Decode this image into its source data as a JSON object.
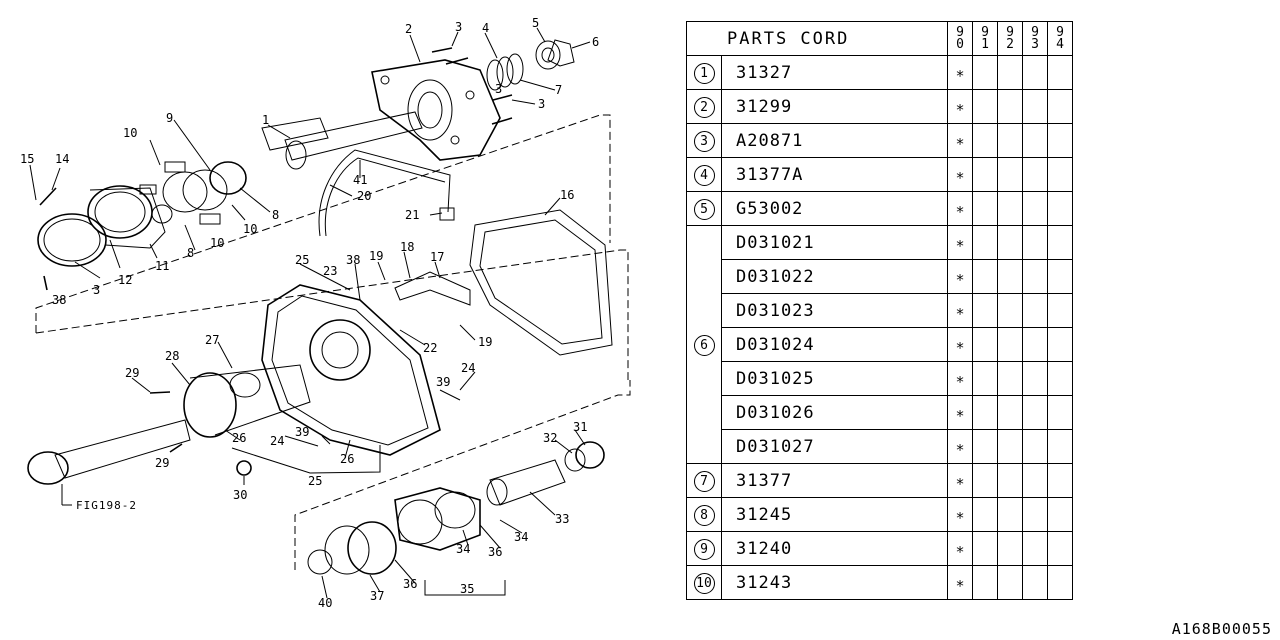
{
  "diagram": {
    "labels": [
      {
        "id": "l1",
        "text": "1"
      },
      {
        "id": "l2",
        "text": "2"
      },
      {
        "id": "l3a",
        "text": "3"
      },
      {
        "id": "l3b",
        "text": "3"
      },
      {
        "id": "l3c",
        "text": "3"
      },
      {
        "id": "l4",
        "text": "4"
      },
      {
        "id": "l5",
        "text": "5"
      },
      {
        "id": "l6",
        "text": "6"
      },
      {
        "id": "l7",
        "text": "7"
      },
      {
        "id": "l8a",
        "text": "8"
      },
      {
        "id": "l8b",
        "text": "8"
      },
      {
        "id": "l9",
        "text": "9"
      },
      {
        "id": "l10a",
        "text": "10"
      },
      {
        "id": "l10b",
        "text": "10"
      },
      {
        "id": "l10c",
        "text": "10"
      },
      {
        "id": "l11",
        "text": "11"
      },
      {
        "id": "l12",
        "text": "12"
      },
      {
        "id": "l13",
        "text": "3"
      },
      {
        "id": "l14",
        "text": "14"
      },
      {
        "id": "l15",
        "text": "15"
      },
      {
        "id": "l16",
        "text": "16"
      },
      {
        "id": "l17",
        "text": "17"
      },
      {
        "id": "l18",
        "text": "18"
      },
      {
        "id": "l19a",
        "text": "19"
      },
      {
        "id": "l19b",
        "text": "19"
      },
      {
        "id": "l20",
        "text": "20"
      },
      {
        "id": "l21",
        "text": "21"
      },
      {
        "id": "l22",
        "text": "22"
      },
      {
        "id": "l23",
        "text": "23"
      },
      {
        "id": "l24a",
        "text": "24"
      },
      {
        "id": "l24b",
        "text": "24"
      },
      {
        "id": "l25a",
        "text": "25"
      },
      {
        "id": "l25b",
        "text": "25"
      },
      {
        "id": "l26a",
        "text": "26"
      },
      {
        "id": "l26b",
        "text": "26"
      },
      {
        "id": "l27",
        "text": "27"
      },
      {
        "id": "l28",
        "text": "28"
      },
      {
        "id": "l29a",
        "text": "29"
      },
      {
        "id": "l29b",
        "text": "29"
      },
      {
        "id": "l30",
        "text": "30"
      },
      {
        "id": "l31",
        "text": "31"
      },
      {
        "id": "l32",
        "text": "32"
      },
      {
        "id": "l33",
        "text": "33"
      },
      {
        "id": "l34a",
        "text": "34"
      },
      {
        "id": "l34b",
        "text": "34"
      },
      {
        "id": "l35",
        "text": "35"
      },
      {
        "id": "l36a",
        "text": "36"
      },
      {
        "id": "l36b",
        "text": "36"
      },
      {
        "id": "l37",
        "text": "37"
      },
      {
        "id": "l38a",
        "text": "38"
      },
      {
        "id": "l38b",
        "text": "38"
      },
      {
        "id": "l39a",
        "text": "39"
      },
      {
        "id": "l39b",
        "text": "39"
      },
      {
        "id": "l40",
        "text": "40"
      },
      {
        "id": "l41",
        "text": "41"
      }
    ],
    "fig_ref": "FIG198-2"
  },
  "table": {
    "header": {
      "title": "PARTS CORD",
      "years": [
        "90",
        "91",
        "92",
        "93",
        "94"
      ]
    },
    "groups": [
      {
        "ref": "1",
        "codes": [
          "31327"
        ]
      },
      {
        "ref": "2",
        "codes": [
          "31299"
        ]
      },
      {
        "ref": "3",
        "codes": [
          "A20871"
        ]
      },
      {
        "ref": "4",
        "codes": [
          "31377A"
        ]
      },
      {
        "ref": "5",
        "codes": [
          "G53002"
        ]
      },
      {
        "ref": "6",
        "codes": [
          "D031021",
          "D031022",
          "D031023",
          "D031024",
          "D031025",
          "D031026",
          "D031027"
        ]
      },
      {
        "ref": "7",
        "codes": [
          "31377"
        ]
      },
      {
        "ref": "8",
        "codes": [
          "31245"
        ]
      },
      {
        "ref": "9",
        "codes": [
          "31240"
        ]
      },
      {
        "ref": "10",
        "codes": [
          "31243"
        ]
      }
    ],
    "mark": "∗"
  },
  "footer_code": "A168B00055"
}
